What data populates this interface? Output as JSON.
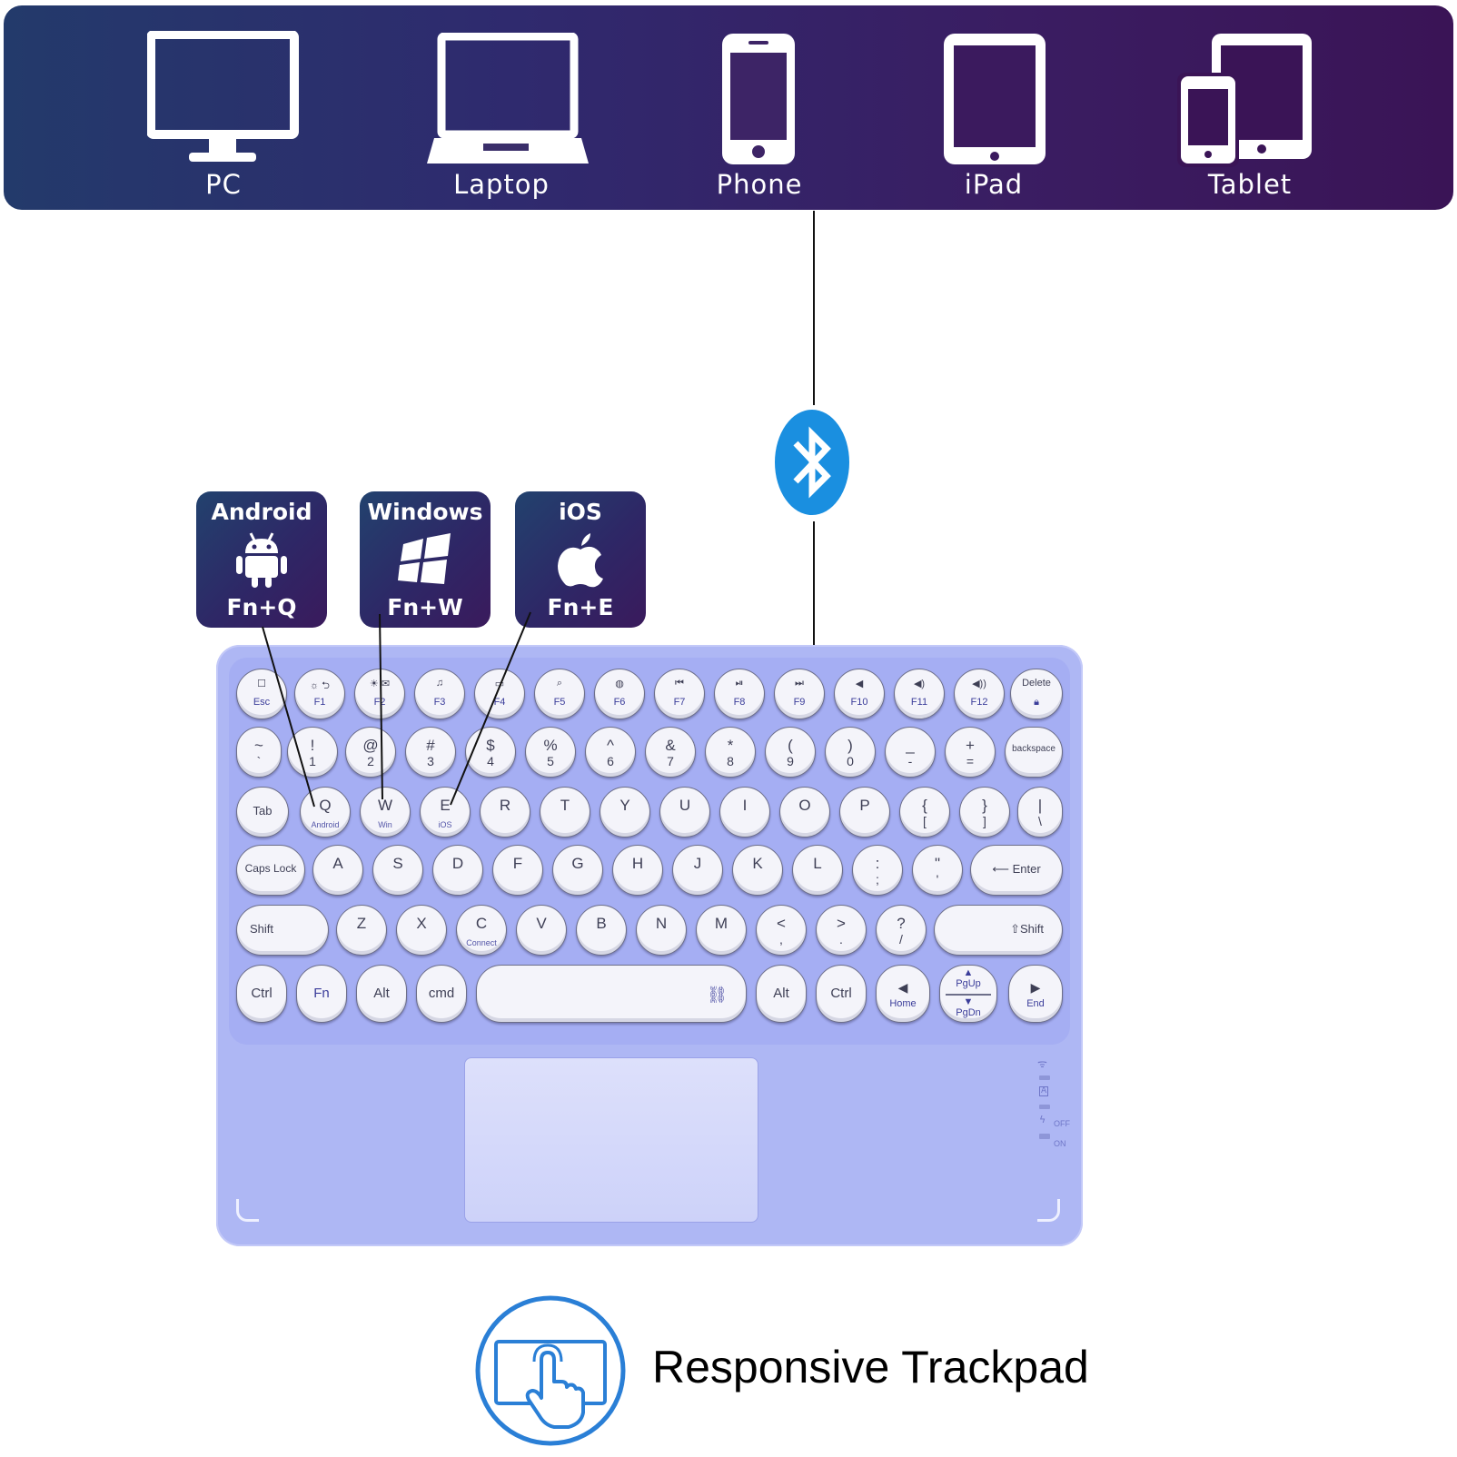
{
  "devices": [
    {
      "label": "PC",
      "icon": "monitor-icon"
    },
    {
      "label": "Laptop",
      "icon": "laptop-icon"
    },
    {
      "label": "Phone",
      "icon": "phone-icon"
    },
    {
      "label": "iPad",
      "icon": "ipad-icon"
    },
    {
      "label": "Tablet",
      "icon": "tablet-phone-icon"
    }
  ],
  "os_shortcuts": [
    {
      "title": "Android",
      "keys": "Fn+Q",
      "icon": "android-icon"
    },
    {
      "title": "Windows",
      "keys": "Fn+W",
      "icon": "windows-icon"
    },
    {
      "title": "iOS",
      "keys": "Fn+E",
      "icon": "apple-icon"
    }
  ],
  "keyboard": {
    "row1": [
      {
        "fn": "Esc"
      },
      {
        "fn": "F1"
      },
      {
        "fn": "F2"
      },
      {
        "fn": "F3"
      },
      {
        "fn": "F4"
      },
      {
        "fn": "F5"
      },
      {
        "fn": "F6"
      },
      {
        "fn": "F7"
      },
      {
        "fn": "F8"
      },
      {
        "fn": "F9"
      },
      {
        "fn": "F10"
      },
      {
        "fn": "F11"
      },
      {
        "fn": "F12"
      },
      {
        "fn": "Delete"
      }
    ],
    "row2": [
      {
        "top": "~",
        "bottom": "`"
      },
      {
        "top": "!",
        "bottom": "1"
      },
      {
        "top": "@",
        "bottom": "2"
      },
      {
        "top": "#",
        "bottom": "3"
      },
      {
        "top": "$",
        "bottom": "4"
      },
      {
        "top": "%",
        "bottom": "5"
      },
      {
        "top": "^",
        "bottom": "6"
      },
      {
        "top": "&",
        "bottom": "7"
      },
      {
        "top": "*",
        "bottom": "8"
      },
      {
        "top": "(",
        "bottom": "9"
      },
      {
        "top": ")",
        "bottom": "0"
      },
      {
        "top": "_",
        "bottom": "-"
      },
      {
        "top": "+",
        "bottom": "="
      },
      {
        "top": "backspace",
        "bottom": ""
      }
    ],
    "row3": [
      {
        "top": "Tab",
        "sub": ""
      },
      {
        "top": "Q",
        "sub": "Android"
      },
      {
        "top": "W",
        "sub": "Win"
      },
      {
        "top": "E",
        "sub": "iOS"
      },
      {
        "top": "R",
        "sub": ""
      },
      {
        "top": "T",
        "sub": ""
      },
      {
        "top": "Y",
        "sub": ""
      },
      {
        "top": "U",
        "sub": ""
      },
      {
        "top": "I",
        "sub": ""
      },
      {
        "top": "O",
        "sub": ""
      },
      {
        "top": "P",
        "sub": ""
      },
      {
        "top": "{",
        "sub": "["
      },
      {
        "top": "}",
        "sub": "]"
      },
      {
        "top": "|",
        "sub": "\\"
      }
    ],
    "row4": [
      {
        "top": "Caps Lock"
      },
      {
        "top": "A"
      },
      {
        "top": "S"
      },
      {
        "top": "D"
      },
      {
        "top": "F"
      },
      {
        "top": "G"
      },
      {
        "top": "H"
      },
      {
        "top": "J"
      },
      {
        "top": "K"
      },
      {
        "top": "L"
      },
      {
        "top": ":",
        "bottom": ";"
      },
      {
        "top": "\"",
        "bottom": "'"
      },
      {
        "top": "Enter"
      }
    ],
    "row5": [
      {
        "top": "Shift"
      },
      {
        "top": "Z"
      },
      {
        "top": "X"
      },
      {
        "top": "C",
        "sub": "Connect"
      },
      {
        "top": "V"
      },
      {
        "top": "B"
      },
      {
        "top": "N"
      },
      {
        "top": "M"
      },
      {
        "top": "<",
        "bottom": ","
      },
      {
        "top": ">",
        "bottom": "."
      },
      {
        "top": "?",
        "bottom": "/"
      },
      {
        "top": "Shift"
      }
    ],
    "row6": [
      {
        "top": "Ctrl"
      },
      {
        "top": "Fn"
      },
      {
        "top": "Alt"
      },
      {
        "top": "cmd"
      },
      {
        "top": ""
      },
      {
        "top": "Alt"
      },
      {
        "top": "Ctrl"
      },
      {
        "top": "Home"
      },
      {
        "top": "PgUp",
        "bottom": "PgDn"
      },
      {
        "top": "End"
      }
    ],
    "indicators": {
      "off": "OFF",
      "on": "ON"
    }
  },
  "caption": "Responsive Trackpad",
  "colors": {
    "banner_start": "#233a6b",
    "banner_end": "#3a1456",
    "keyboard": "#aeb7f4",
    "bluetooth": "#1a8fe0"
  }
}
